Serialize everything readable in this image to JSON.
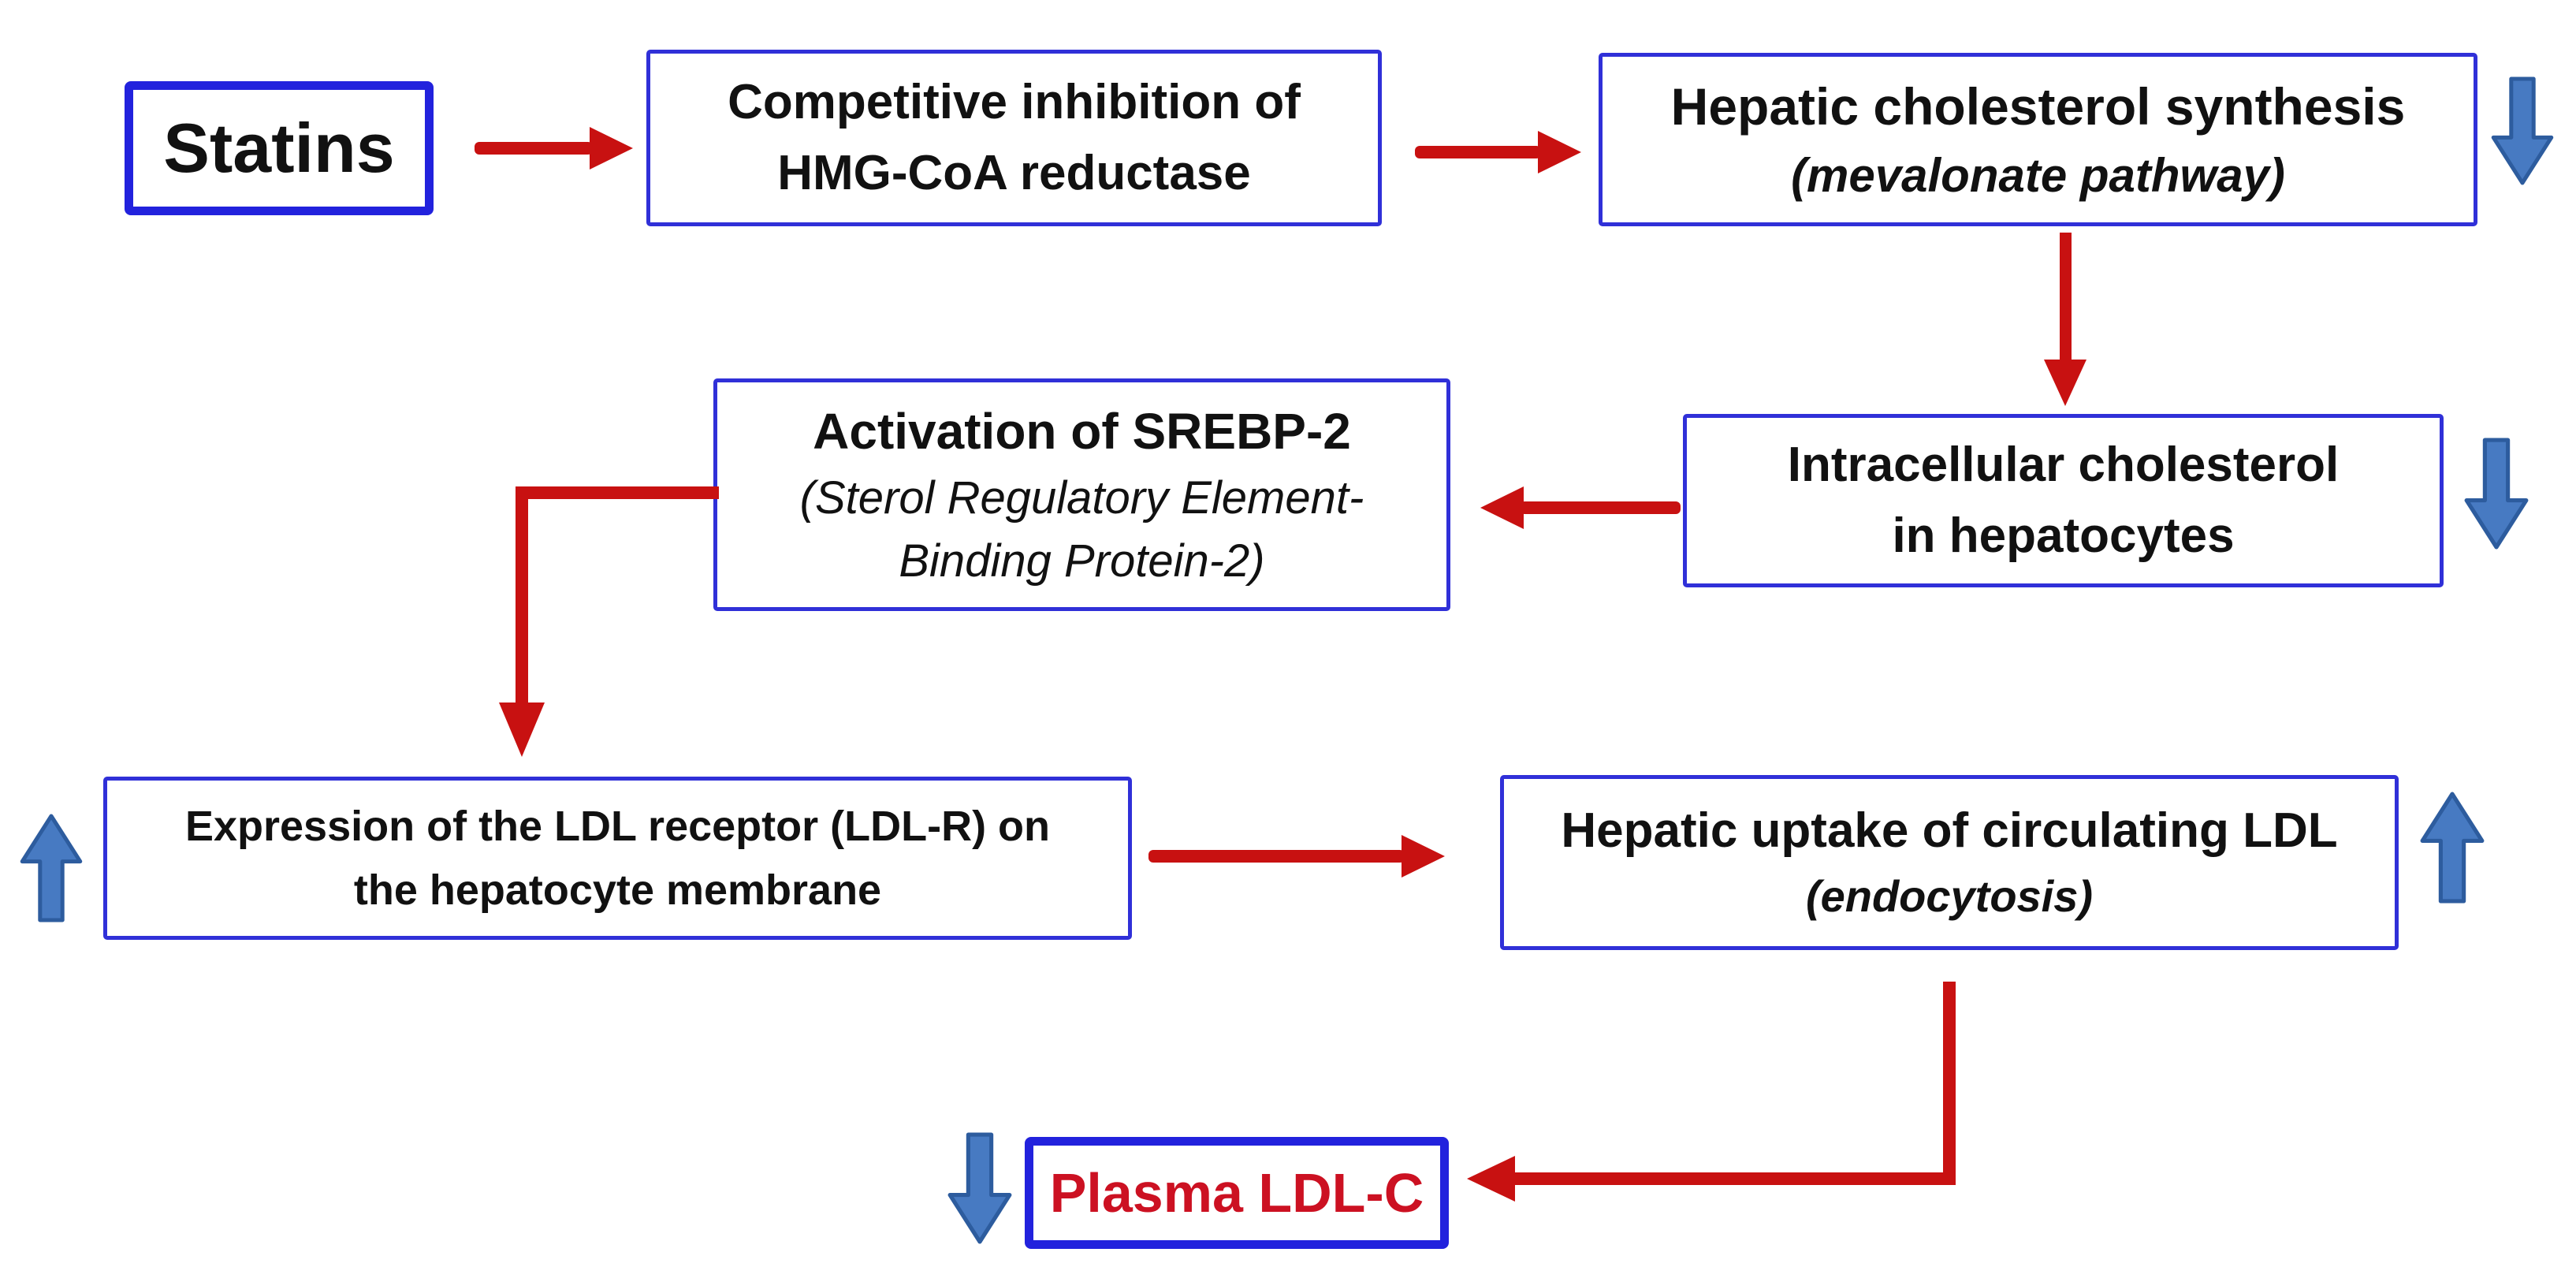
{
  "diagram": {
    "title": "Statin mechanism of action flowchart",
    "colors": {
      "box_border_blue": "#3030d8",
      "emphasis_border_blue": "#2222dd",
      "flow_arrow_red": "#c81111",
      "effect_arrow_blue_fill": "#477ac2",
      "effect_arrow_blue_stroke": "#2d5c9e",
      "text_black": "#111111",
      "plasma_text_red": "#cc1122"
    },
    "nodes": {
      "statins": {
        "label": "Statins"
      },
      "hmg": {
        "line1": "Competitive inhibition of",
        "line2": "HMG-CoA reductase"
      },
      "synthesis": {
        "line1": "Hepatic cholesterol synthesis",
        "line2": "(mevalonate pathway)",
        "effect": "decrease"
      },
      "intracellular": {
        "line1": "Intracellular cholesterol",
        "line2": "in hepatocytes",
        "effect": "decrease"
      },
      "srebp": {
        "line1": "Activation of SREBP-2",
        "line2": "(Sterol Regulatory Element-",
        "line3": "Binding Protein-2)"
      },
      "ldlr": {
        "line1": "Expression of the LDL receptor (LDL-R) on",
        "line2": "the hepatocyte membrane",
        "effect": "increase"
      },
      "uptake": {
        "line1": "Hepatic uptake of circulating LDL",
        "line2": "(endocytosis)",
        "effect": "increase"
      },
      "plasma": {
        "label": "Plasma LDL-C",
        "effect": "decrease"
      }
    }
  }
}
